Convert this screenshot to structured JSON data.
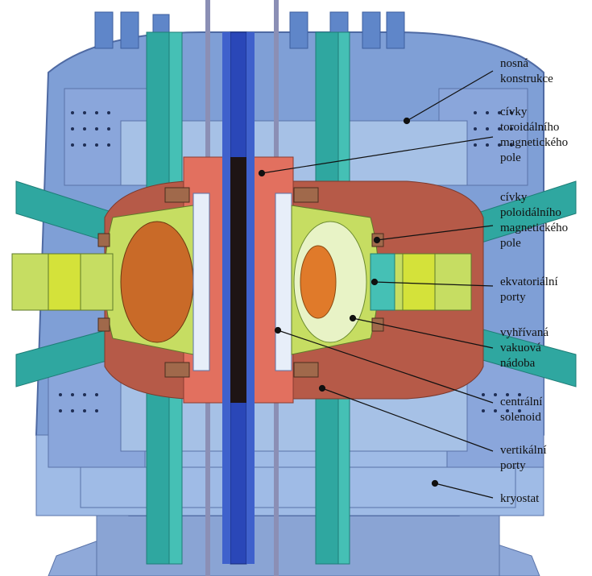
{
  "labels": [
    {
      "id": "nosna-konstrukce",
      "text": "nosná\nkonstrukce"
    },
    {
      "id": "cívky-toroidal",
      "text": "cívky\ntoroidálního\nmagnetického\npole"
    },
    {
      "id": "cívky-poloidal",
      "text": "cívky\npoloidálního\nmagnetického\npole"
    },
    {
      "id": "ekvatorialni-porty",
      "text": "ekvatoriální\nporty"
    },
    {
      "id": "vakuova-nadoba",
      "text": "vyhřívaná\nvakuová\nnádoba"
    },
    {
      "id": "centralni-solenoid",
      "text": "centrální\nsolenoid"
    },
    {
      "id": "vertikalni-porty",
      "text": "vertikální\nporty"
    },
    {
      "id": "kryostat",
      "text": "kryostat"
    }
  ],
  "colors": {
    "cryostat": "#7f9fd6",
    "cryostat_dark": "#6a89c4",
    "support": "#a6c1e6",
    "teal": "#2fa7a0",
    "teal_light": "#45c0b5",
    "coil_red": "#e2705f",
    "coil_dark": "#b65a48",
    "solenoid_blue": "#2a47b8",
    "port_green": "#c6dd62",
    "vessel_orange": "#c96a28",
    "vessel_light": "#e8f3c6"
  }
}
